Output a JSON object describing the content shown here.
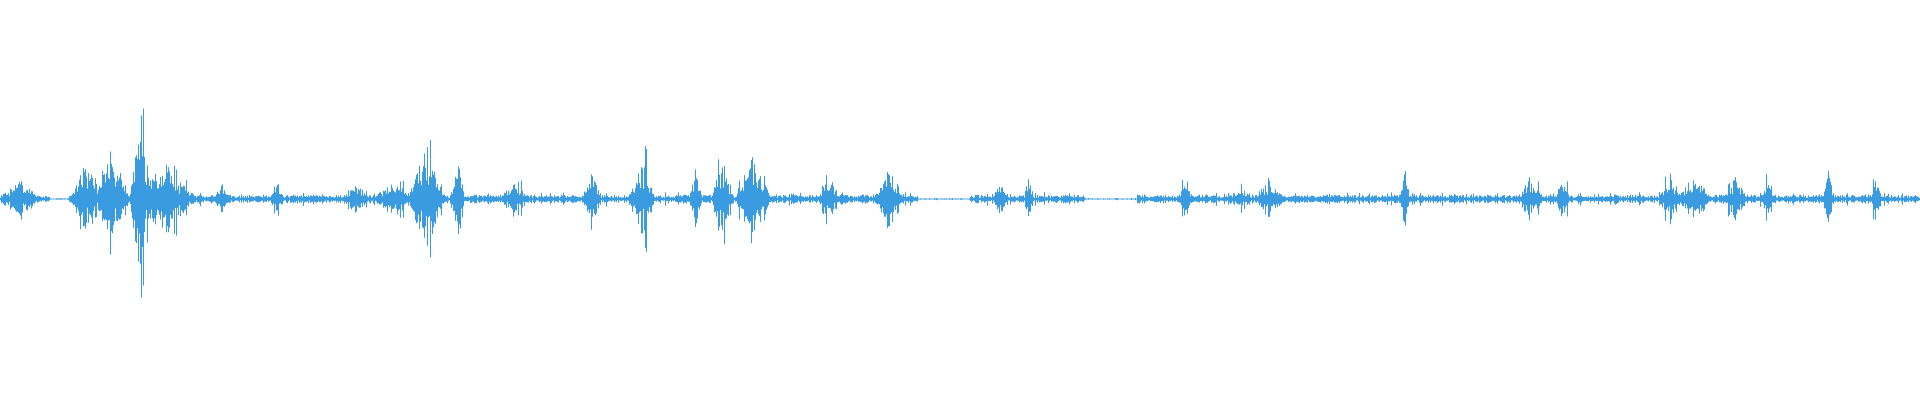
{
  "waveform": {
    "color": "#3a9be0",
    "background": "#ffffff",
    "baseline_amplitude": 0.012,
    "bursts": [
      {
        "center": 0.01,
        "width": 0.012,
        "amplitude": 0.05
      },
      {
        "center": 0.045,
        "width": 0.01,
        "amplitude": 0.1
      },
      {
        "center": 0.058,
        "width": 0.01,
        "amplitude": 0.12
      },
      {
        "center": 0.073,
        "width": 0.006,
        "amplitude": 0.22
      },
      {
        "center": 0.086,
        "width": 0.018,
        "amplitude": 0.1
      },
      {
        "center": 0.115,
        "width": 0.006,
        "amplitude": 0.04
      },
      {
        "center": 0.144,
        "width": 0.004,
        "amplitude": 0.06
      },
      {
        "center": 0.185,
        "width": 0.01,
        "amplitude": 0.04
      },
      {
        "center": 0.205,
        "width": 0.012,
        "amplitude": 0.05
      },
      {
        "center": 0.222,
        "width": 0.01,
        "amplitude": 0.16
      },
      {
        "center": 0.238,
        "width": 0.004,
        "amplitude": 0.14
      },
      {
        "center": 0.268,
        "width": 0.008,
        "amplitude": 0.06
      },
      {
        "center": 0.308,
        "width": 0.006,
        "amplitude": 0.07
      },
      {
        "center": 0.334,
        "width": 0.008,
        "amplitude": 0.1
      },
      {
        "center": 0.336,
        "width": 0.002,
        "amplitude": 0.22
      },
      {
        "center": 0.362,
        "width": 0.004,
        "amplitude": 0.1
      },
      {
        "center": 0.376,
        "width": 0.006,
        "amplitude": 0.11
      },
      {
        "center": 0.392,
        "width": 0.01,
        "amplitude": 0.13
      },
      {
        "center": 0.431,
        "width": 0.006,
        "amplitude": 0.08
      },
      {
        "center": 0.463,
        "width": 0.008,
        "amplitude": 0.1
      },
      {
        "center": 0.521,
        "width": 0.004,
        "amplitude": 0.05
      },
      {
        "center": 0.536,
        "width": 0.003,
        "amplitude": 0.05
      },
      {
        "center": 0.617,
        "width": 0.003,
        "amplitude": 0.08
      },
      {
        "center": 0.646,
        "width": 0.006,
        "amplitude": 0.04
      },
      {
        "center": 0.661,
        "width": 0.008,
        "amplitude": 0.06
      },
      {
        "center": 0.731,
        "width": 0.003,
        "amplitude": 0.08
      },
      {
        "center": 0.797,
        "width": 0.008,
        "amplitude": 0.06
      },
      {
        "center": 0.814,
        "width": 0.004,
        "amplitude": 0.07
      },
      {
        "center": 0.87,
        "width": 0.008,
        "amplitude": 0.06
      },
      {
        "center": 0.882,
        "width": 0.01,
        "amplitude": 0.06
      },
      {
        "center": 0.903,
        "width": 0.008,
        "amplitude": 0.06
      },
      {
        "center": 0.92,
        "width": 0.006,
        "amplitude": 0.05
      },
      {
        "center": 0.952,
        "width": 0.003,
        "amplitude": 0.08
      },
      {
        "center": 0.977,
        "width": 0.003,
        "amplitude": 0.07
      }
    ],
    "gaps": [
      {
        "start": 0.026,
        "end": 0.04
      },
      {
        "start": 0.478,
        "end": 0.505
      },
      {
        "start": 0.565,
        "end": 0.592
      }
    ]
  }
}
